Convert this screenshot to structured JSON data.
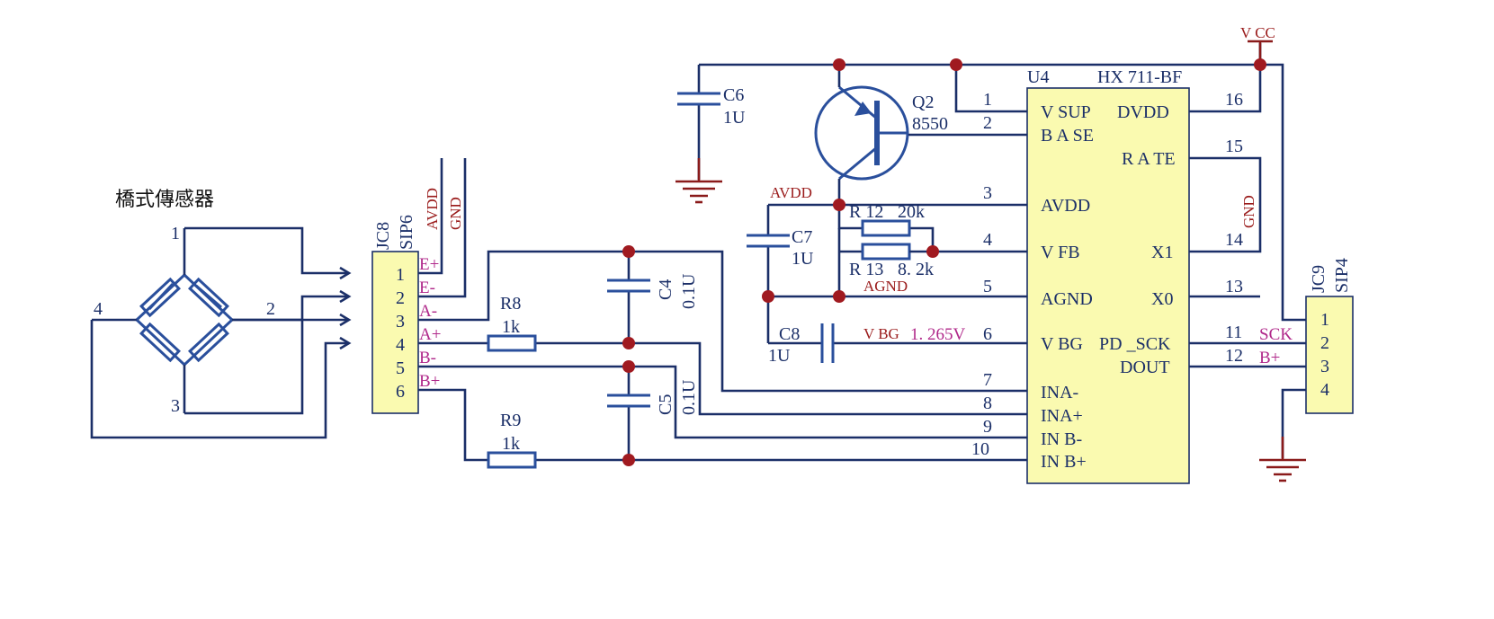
{
  "title": "橋式傳感器",
  "sensor_pins": [
    "1",
    "2",
    "3",
    "4"
  ],
  "jc8": {
    "ref": "JC8",
    "type": "SIP6",
    "pins": [
      "1",
      "2",
      "3",
      "4",
      "5",
      "6"
    ],
    "net_labels": [
      "E+",
      "E-",
      "A-",
      "A+",
      "B-",
      "B+"
    ],
    "top_nets": [
      "AVDD",
      "GND"
    ]
  },
  "jc9": {
    "ref": "JC9",
    "type": "SIP4",
    "pins": [
      "1",
      "2",
      "3",
      "4"
    ],
    "net_labels": [
      "SCK",
      "B+"
    ]
  },
  "u4": {
    "ref": "U4",
    "part": "HX 711-BF",
    "left_pins": [
      {
        "num": "1",
        "name": "V SUP"
      },
      {
        "num": "2",
        "name": "B A SE"
      },
      {
        "num": "3",
        "name": "AVDD"
      },
      {
        "num": "4",
        "name": "V FB"
      },
      {
        "num": "5",
        "name": "AGND"
      },
      {
        "num": "6",
        "name": "V BG"
      },
      {
        "num": "7",
        "name": "INA-"
      },
      {
        "num": "8",
        "name": "INA+"
      },
      {
        "num": "9",
        "name": "IN B-"
      },
      {
        "num": "10",
        "name": "IN B+"
      }
    ],
    "right_pins": [
      {
        "num": "16",
        "name": "DVDD"
      },
      {
        "num": "15",
        "name": "R A TE"
      },
      {
        "num": "14",
        "name": "X1"
      },
      {
        "num": "13",
        "name": "X0"
      },
      {
        "num": "11",
        "name": "PD _SCK"
      },
      {
        "num": "12",
        "name": "DOUT"
      }
    ]
  },
  "components": {
    "c6": {
      "ref": "C6",
      "value": "1U"
    },
    "q2": {
      "ref": "Q2",
      "value": "8550"
    },
    "c7": {
      "ref": "C7",
      "value": "1U"
    },
    "c8": {
      "ref": "C8",
      "value": "1U"
    },
    "c4": {
      "ref": "C4",
      "value": "0.1U"
    },
    "c5": {
      "ref": "C5",
      "value": "0.1U"
    },
    "r8": {
      "ref": "R8",
      "value": "1k"
    },
    "r9": {
      "ref": "R9",
      "value": "1k"
    },
    "r12": {
      "ref": "R 12",
      "value": "20k"
    },
    "r13": {
      "ref": "R 13",
      "value": "8. 2k"
    }
  },
  "net_labels": {
    "vcc": "V CC",
    "avdd": "AVDD",
    "agnd": "AGND",
    "vbg": "V BG",
    "vbg_value": "1. 265V",
    "gnd": "GND"
  }
}
